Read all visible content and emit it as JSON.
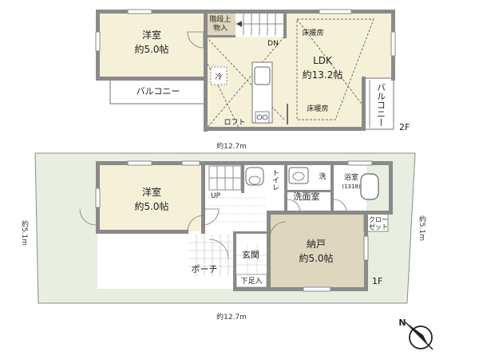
{
  "floor2": {
    "room_western_label": "洋室",
    "room_western_size": "約5.0帖",
    "stair_storage": [
      "階段上",
      "物入"
    ],
    "dn": "DN",
    "ldk_label": "LDK",
    "ldk_size": "約13.2帖",
    "floor_heating_top": "床暖房",
    "floor_heating_bottom": "床暖房",
    "fridge": "冷",
    "loft": "ロフト",
    "balcony_left": "バルコニー",
    "balcony_right": "バルコニー",
    "floor_label": "2F"
  },
  "floor1": {
    "room_western_label": "洋室",
    "room_western_size": "約5.0帖",
    "toilet": "トイレ",
    "wash": "洗",
    "washroom": "洗面室",
    "bath_label": "浴室",
    "bath_size": "(1318)",
    "closet": [
      "クロー",
      "ゼット"
    ],
    "up": "UP",
    "entrance": "玄関",
    "shoe_storage": "下足入",
    "porch": "ポーチ",
    "storage_label": "納戸",
    "storage_size": "約5.0帖",
    "floor_label": "1F"
  },
  "dimensions": {
    "top_width": "約12.7m",
    "bottom_width": "約12.7m",
    "left_depth": "約5.1m",
    "right_depth": "約5.1m"
  },
  "compass": {
    "north": "N"
  },
  "colors": {
    "wall": "#8a8a8a",
    "lot": "#e8efe0",
    "room_beige": "#f5f0d8",
    "storage": "#ded6bd",
    "floor_white": "#ffffff"
  }
}
